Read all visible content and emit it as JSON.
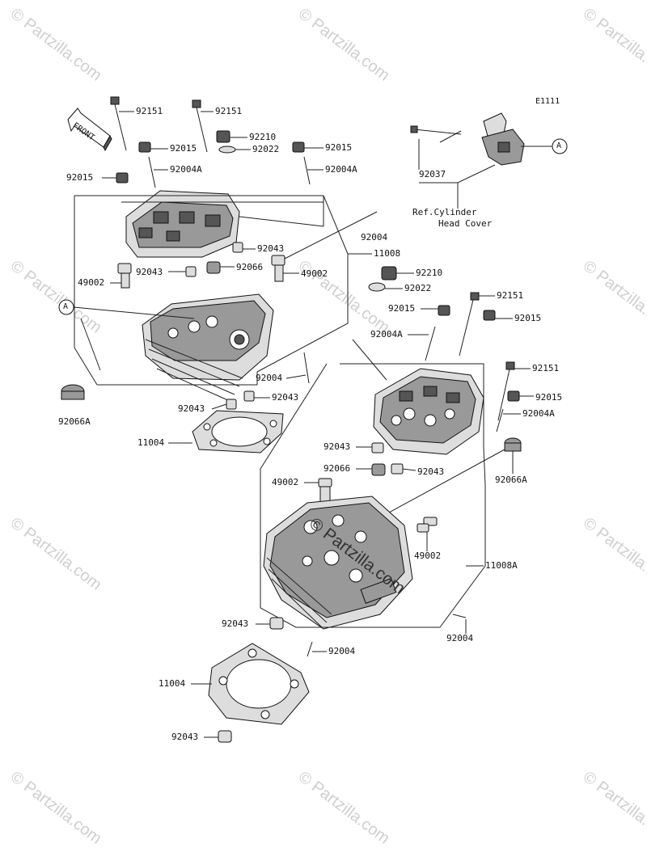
{
  "diagram_code": "E1111",
  "front_label": "FRONT",
  "reference_marker": "A",
  "ref_note_line1": "Ref.Cylinder",
  "ref_note_line2": "Head Cover",
  "watermark_text": "© Partzilla.com",
  "center_watermark": "© Partzilla.com",
  "part_labels": {
    "p92151_top1": "92151",
    "p92151_top2": "92151",
    "p92210_top": "92210",
    "p92015_a": "92015",
    "p92022_top": "92022",
    "p92015_b": "92015",
    "p92015_left": "92015",
    "p92004A_a": "92004A",
    "p92004A_b": "92004A",
    "p92037": "92037",
    "p92004_upper": "92004",
    "p11008": "11008",
    "p92043_a": "92043",
    "p92043_b": "92043",
    "p92066_a": "92066",
    "p49002_left": "49002",
    "p49002_mid": "49002",
    "p92210_mid": "92210",
    "p92022_mid": "92022",
    "p92151_mid": "92151",
    "p92015_c": "92015",
    "p92015_d": "92015",
    "p92004A_c": "92004A",
    "p92004_mid": "92004",
    "p92043_c": "92043",
    "p92043_d": "92043",
    "p92066A_left": "92066A",
    "p11004_upper": "11004",
    "p92151_right": "92151",
    "p92015_e": "92015",
    "p92004A_d": "92004A",
    "p92043_e": "92043",
    "p92066_b": "92066",
    "p92043_f": "92043",
    "p92066A_right": "92066A",
    "p49002_low": "49002",
    "p49002_right": "49002",
    "p11008A": "11008A",
    "p92043_g": "92043",
    "p92004_low": "92004",
    "p92004_right": "92004",
    "p11004_low": "11004",
    "p92043_h": "92043"
  }
}
